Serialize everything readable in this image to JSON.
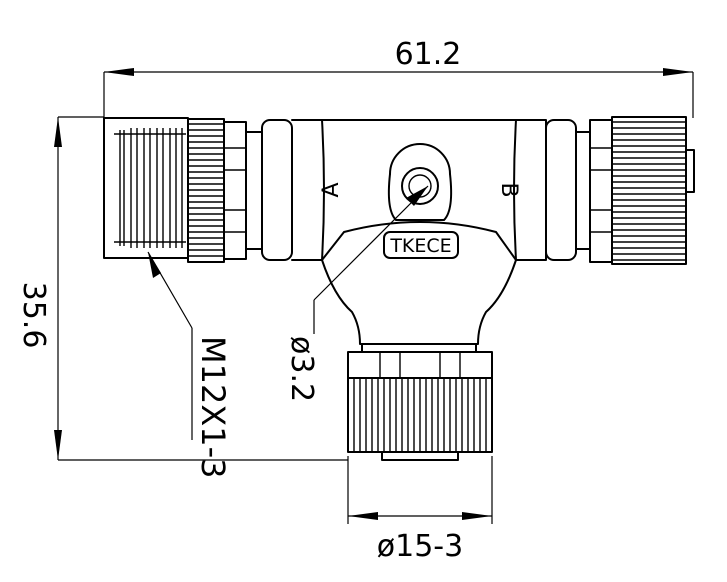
{
  "dimensions": {
    "overall_length": "61.2",
    "overall_height": "35.6",
    "thread_spec": "M12X1-3",
    "mount_hole": "ø3.2",
    "nut_diameter": "ø15-3"
  },
  "body_markings": {
    "port_a": "A",
    "port_b": "B",
    "brand": "TKECE"
  }
}
